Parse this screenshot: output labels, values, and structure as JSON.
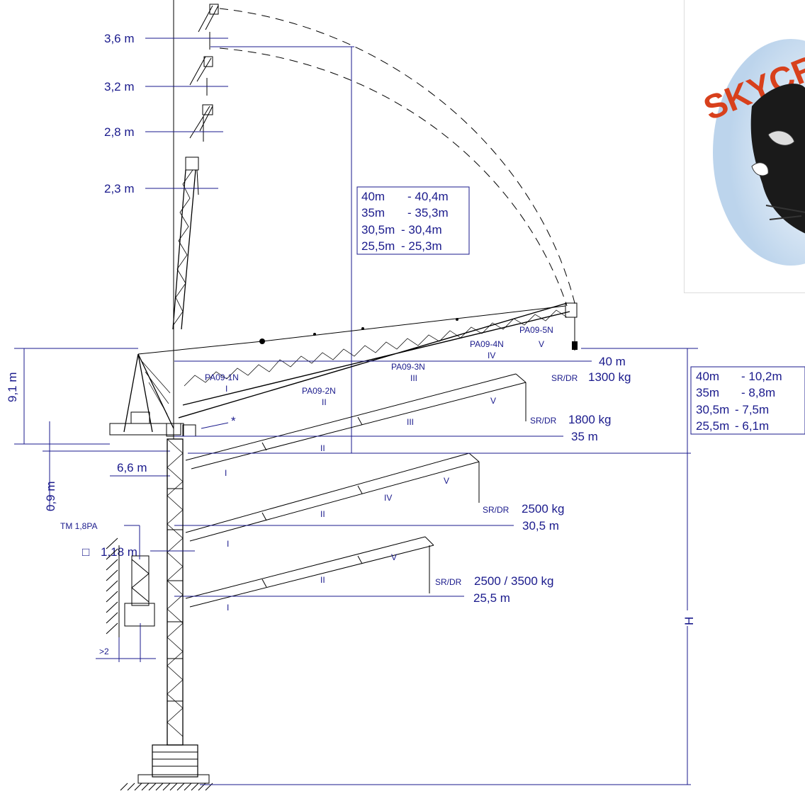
{
  "tip_clearances": [
    "3,6  m",
    "3,2  m",
    "2,8  m",
    "2,3  m"
  ],
  "height_table_left": [
    [
      "40m",
      "-  40,4m"
    ],
    [
      "35m",
      "-  35,3m"
    ],
    [
      "30,5m",
      "- 30,4m"
    ],
    [
      "25,5m",
      "- 25,3m"
    ]
  ],
  "height_table_right": [
    [
      "40m",
      "-  10,2m"
    ],
    [
      "35m",
      "-  8,8m"
    ],
    [
      "30,5m",
      "- 7,5m"
    ],
    [
      "25,5m",
      "- 6,1m"
    ]
  ],
  "dims": {
    "h91": "9,1  m",
    "h09": "0,9  m",
    "d66": "6,6  m",
    "mast": "1,18  m",
    "mast_box": "□",
    "tm": "TM 1,8PA",
    "gt2": ">2",
    "H": "H",
    "star": "*"
  },
  "sections": {
    "pa1": "PA09-1N",
    "pa2": "PA09-2N",
    "pa3": "PA09-3N",
    "pa4": "PA09-4N",
    "pa5": "PA09-5N",
    "r1": "I",
    "r2": "II",
    "r3": "III",
    "r4": "IV",
    "r5": "V"
  },
  "jib_configs": [
    {
      "length": "40  m",
      "prefix": "SR/DR",
      "load": "1300 kg"
    },
    {
      "length": "35  m",
      "prefix": "SR/DR",
      "load": "1800 kg"
    },
    {
      "length": "30,5  m",
      "prefix": "SR/DR",
      "load": "2500 kg"
    },
    {
      "length": "25,5  m",
      "prefix": "SR/DR",
      "load": "2500 / 3500 kg"
    }
  ],
  "logo": {
    "text": "SKYCR",
    "colors": {
      "red": "#d8401c",
      "sky": "#bcd4ec",
      "blue": "#1a1a8c"
    }
  }
}
